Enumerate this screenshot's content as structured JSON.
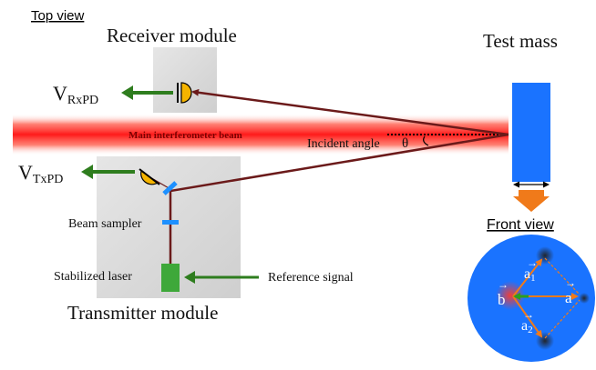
{
  "labels": {
    "top_view": "Top view",
    "receiver_module": "Receiver module",
    "test_mass": "Test mass",
    "v_rx": {
      "main": "V",
      "sub": "RxPD"
    },
    "main_beam": "Main interferometer beam",
    "incident_angle": "Incident angle",
    "theta": "θ",
    "v_tx": {
      "main": "V",
      "sub": "TxPD"
    },
    "beam_sampler": "Beam sampler",
    "stabilized_laser": "Stabilized laser",
    "reference_signal": "Reference signal",
    "transmitter_module": "Transmitter module",
    "front_view": "Front view",
    "vec_a1": {
      "main": "a",
      "sub": "1"
    },
    "vec_a": "a",
    "vec_b": "b",
    "vec_a2": {
      "main": "a",
      "sub": "2"
    }
  },
  "colors": {
    "beam_red": "#ff2a2a",
    "laser_path": "#6b1a1a",
    "signal_green": "#2e7d1e",
    "test_mass_blue": "#1a73ff",
    "photodiode_yellow": "#f5b400",
    "sampler_blue": "#1e90ff",
    "arrow_orange": "#f07a1a",
    "module_gray": "#d9d9d9"
  }
}
